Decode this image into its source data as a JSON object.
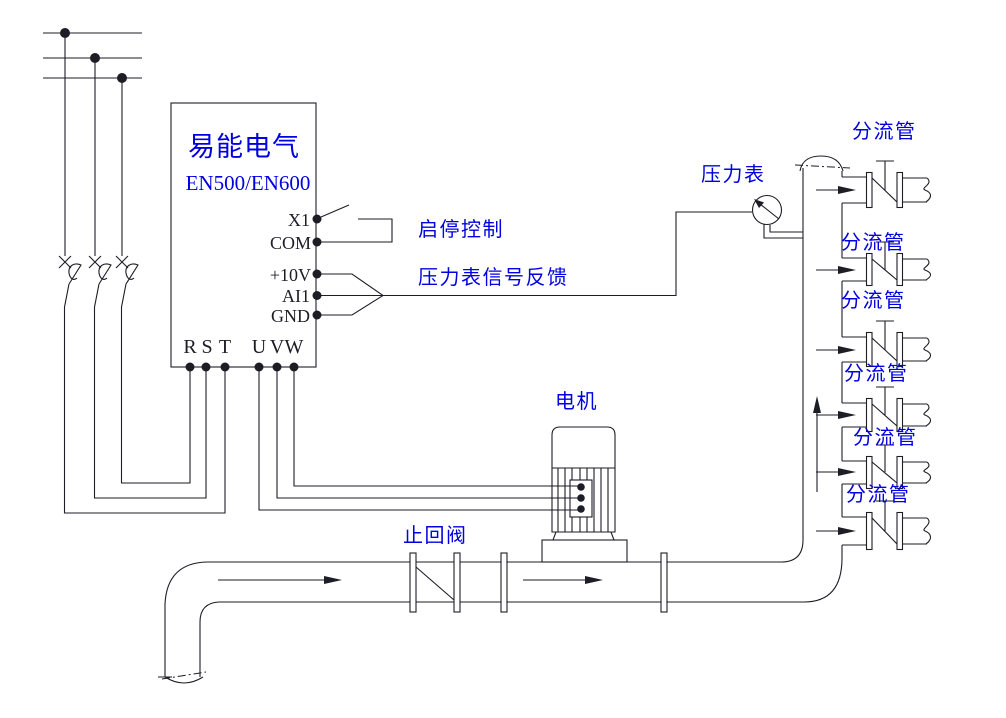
{
  "diagram": {
    "inverter": {
      "brand": "易能电气",
      "model": "EN500/EN600",
      "control_terminals": {
        "x1": "X1",
        "com": "COM",
        "p10v": "+10V",
        "ai1": "AI1",
        "gnd": "GND"
      },
      "power_terminals": [
        "R",
        "S",
        "T",
        "U",
        "V",
        "W"
      ]
    },
    "annotations": {
      "start_stop": "启停控制",
      "pressure_feedback": "压力表信号反馈",
      "pressure_gauge": "压力表",
      "motor": "电机",
      "check_valve": "止回阀"
    },
    "branch_pipes": [
      {
        "label": "分流管"
      },
      {
        "label": "分流管"
      },
      {
        "label": "分流管"
      },
      {
        "label": "分流管"
      },
      {
        "label": "分流管"
      },
      {
        "label": "分流管"
      }
    ],
    "colors": {
      "line": "#1d1d26",
      "label": "#0000e0"
    }
  }
}
